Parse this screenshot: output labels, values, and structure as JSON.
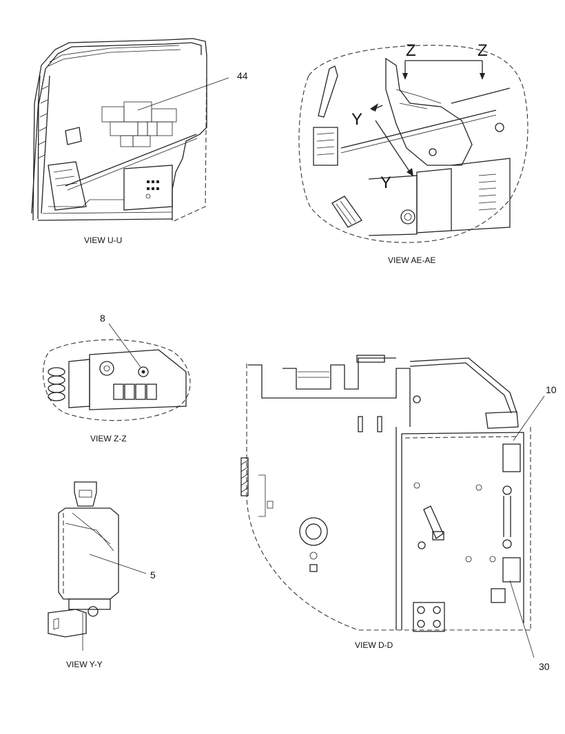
{
  "views": {
    "uu": {
      "caption": "VIEW U-U",
      "callout": "44"
    },
    "aeae": {
      "caption": "VIEW AE-AE",
      "section_z_left": "Z",
      "section_z_right": "Z",
      "section_y_top": "Y",
      "section_y_bottom": "Y"
    },
    "zz": {
      "caption": "VIEW Z-Z",
      "callout": "8"
    },
    "yy": {
      "caption": "VIEW Y-Y",
      "callout": "5"
    },
    "dd": {
      "caption": "VIEW D-D",
      "callout_top": "10",
      "callout_bottom": "30"
    }
  }
}
